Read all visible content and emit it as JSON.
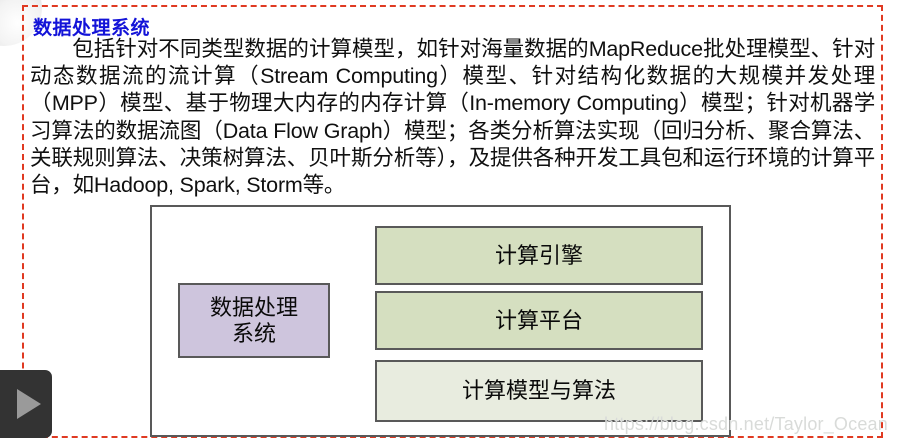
{
  "slide": {
    "title": "数据处理系统",
    "title_color": "#1313d8",
    "body_paragraph": "包括针对不同类型数据的计算模型，如针对海量数据的MapReduce批处理模型、针对动态数据流的流计算（Stream Computing）模型、针对结构化数据的大规模并发处理（MPP）模型、基于物理大内存的内存计算（In-memory Computing）模型；针对机器学习算法的数据流图（Data Flow Graph）模型；各类分析算法实现（回归分析、聚合算法、关联规则算法、决策树算法、贝叶斯分析等），及提供各种开发工具包和运行环境的计算平台，如Hadoop, Spark, Storm等。",
    "frame_color": "#e03a22"
  },
  "diagram": {
    "system_node": {
      "label_line1": "数据处理",
      "label_line2": "系统",
      "color": "#cec5dd"
    },
    "layers": [
      {
        "label": "计算引擎",
        "color": "#d5dfc0"
      },
      {
        "label": "计算平台",
        "color": "#d5dfc0"
      },
      {
        "label": "计算模型与算法",
        "color": "#e8ecdf"
      }
    ]
  },
  "overlay": {
    "play_button_label": "▶",
    "watermark": "https://blog.csdn.net/Taylor_Ocean"
  }
}
